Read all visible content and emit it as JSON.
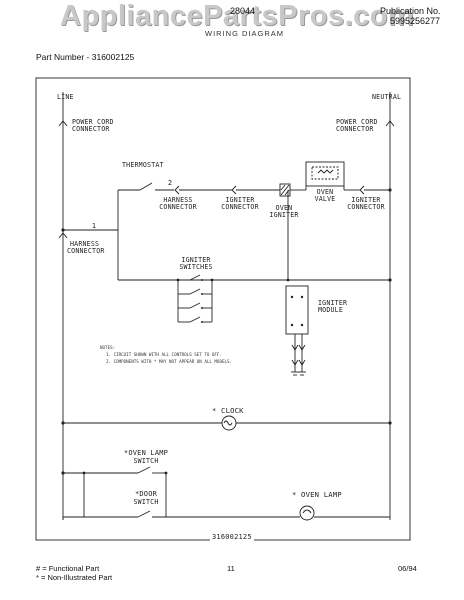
{
  "header": {
    "model": "28044",
    "publication_label": "Publication No.",
    "publication_number": "5995256277",
    "title_partial": "WIRING DIAGRAM",
    "watermark": "AppliancePartsPros.com",
    "part_number": "Part Number - 316002125"
  },
  "diagram": {
    "line": "LINE",
    "neutral": "NEUTRAL",
    "power_cord_left": [
      "POWER CORD",
      "CONNECTOR"
    ],
    "power_cord_right": [
      "POWER CORD",
      "CONNECTOR"
    ],
    "thermostat": "THERMOSTAT",
    "harness_upper": [
      "HARNESS",
      "CONNECTOR"
    ],
    "igniter_conn_1": [
      "IGNITER",
      "CONNECTOR"
    ],
    "oven_igniter": [
      "OVEN",
      "IGNITER"
    ],
    "oven_valve": [
      "OVEN",
      "VALVE"
    ],
    "igniter_conn_2": [
      "IGNITER",
      "CONNECTOR"
    ],
    "harness_left": [
      "HARNESS",
      "CONNECTOR"
    ],
    "igniter_switches": [
      "IGNITER",
      "SWITCHES"
    ],
    "igniter_module": [
      "IGNITER",
      "MODULE"
    ],
    "notes_title": "NOTES:",
    "note_1": "1. CIRCUIT SHOWN WITH ALL CONTROLS SET TO OFF.",
    "note_2": "2. COMPONENTS WITH * MAY NOT APPEAR ON ALL MODELS.",
    "clock": "* CLOCK",
    "oven_lamp_switch": [
      "*OVEN LAMP",
      "SWITCH"
    ],
    "door_switch": [
      "*DOOR",
      "SWITCH"
    ],
    "oven_lamp": "* OVEN LAMP",
    "num_1": "1",
    "num_2": "2",
    "drawing_number": "316002125"
  },
  "footer": {
    "functional": "# = Functional Part",
    "non_illustrated": "* = Non-Illustrated Part",
    "page": "11",
    "date": "06/94"
  }
}
